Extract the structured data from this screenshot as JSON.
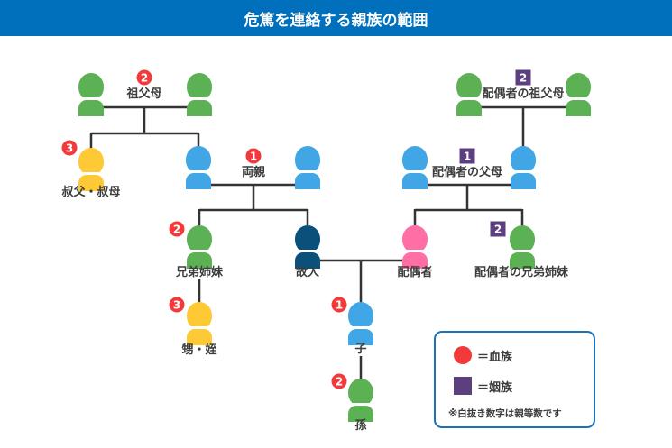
{
  "title": "危篤を連絡する親族の範囲",
  "colors": {
    "header_bg": "#0070bd",
    "blood_badge": "#f23a3a",
    "inlaw_badge": "#5c3f7e",
    "green": "#5bb153",
    "blue": "#41a6e6",
    "yellow": "#fdc934",
    "dark_blue": "#0a507a",
    "pink": "#ff6fa6",
    "line": "#333333",
    "legend_border": "#1a72bb"
  },
  "groups": {
    "grandparents": {
      "label": "祖父母",
      "degree": "2",
      "kind": "blood"
    },
    "spouse_grandparents": {
      "label": "配偶者の祖父母",
      "degree": "2",
      "kind": "inlaw"
    },
    "uncles_aunts": {
      "label": "叔父・叔母",
      "degree": "3",
      "kind": "blood"
    },
    "parents": {
      "label": "両親",
      "degree": "1",
      "kind": "blood"
    },
    "spouse_parents": {
      "label": "配偶者の父母",
      "degree": "1",
      "kind": "inlaw"
    },
    "siblings": {
      "label": "兄弟姉妹",
      "degree": "2",
      "kind": "blood"
    },
    "deceased": {
      "label": "故人"
    },
    "spouse": {
      "label": "配偶者"
    },
    "spouse_siblings": {
      "label": "配偶者の兄弟姉妹",
      "degree": "2",
      "kind": "inlaw"
    },
    "nephews_nieces": {
      "label": "甥・姪",
      "degree": "3",
      "kind": "blood"
    },
    "child": {
      "label": "子",
      "degree": "1",
      "kind": "blood"
    },
    "grandchild": {
      "label": "孫",
      "degree": "2",
      "kind": "blood"
    }
  },
  "legend": {
    "blood_label": "＝血族",
    "inlaw_label": "＝姻族",
    "note": "※白抜き数字は親等数です"
  }
}
